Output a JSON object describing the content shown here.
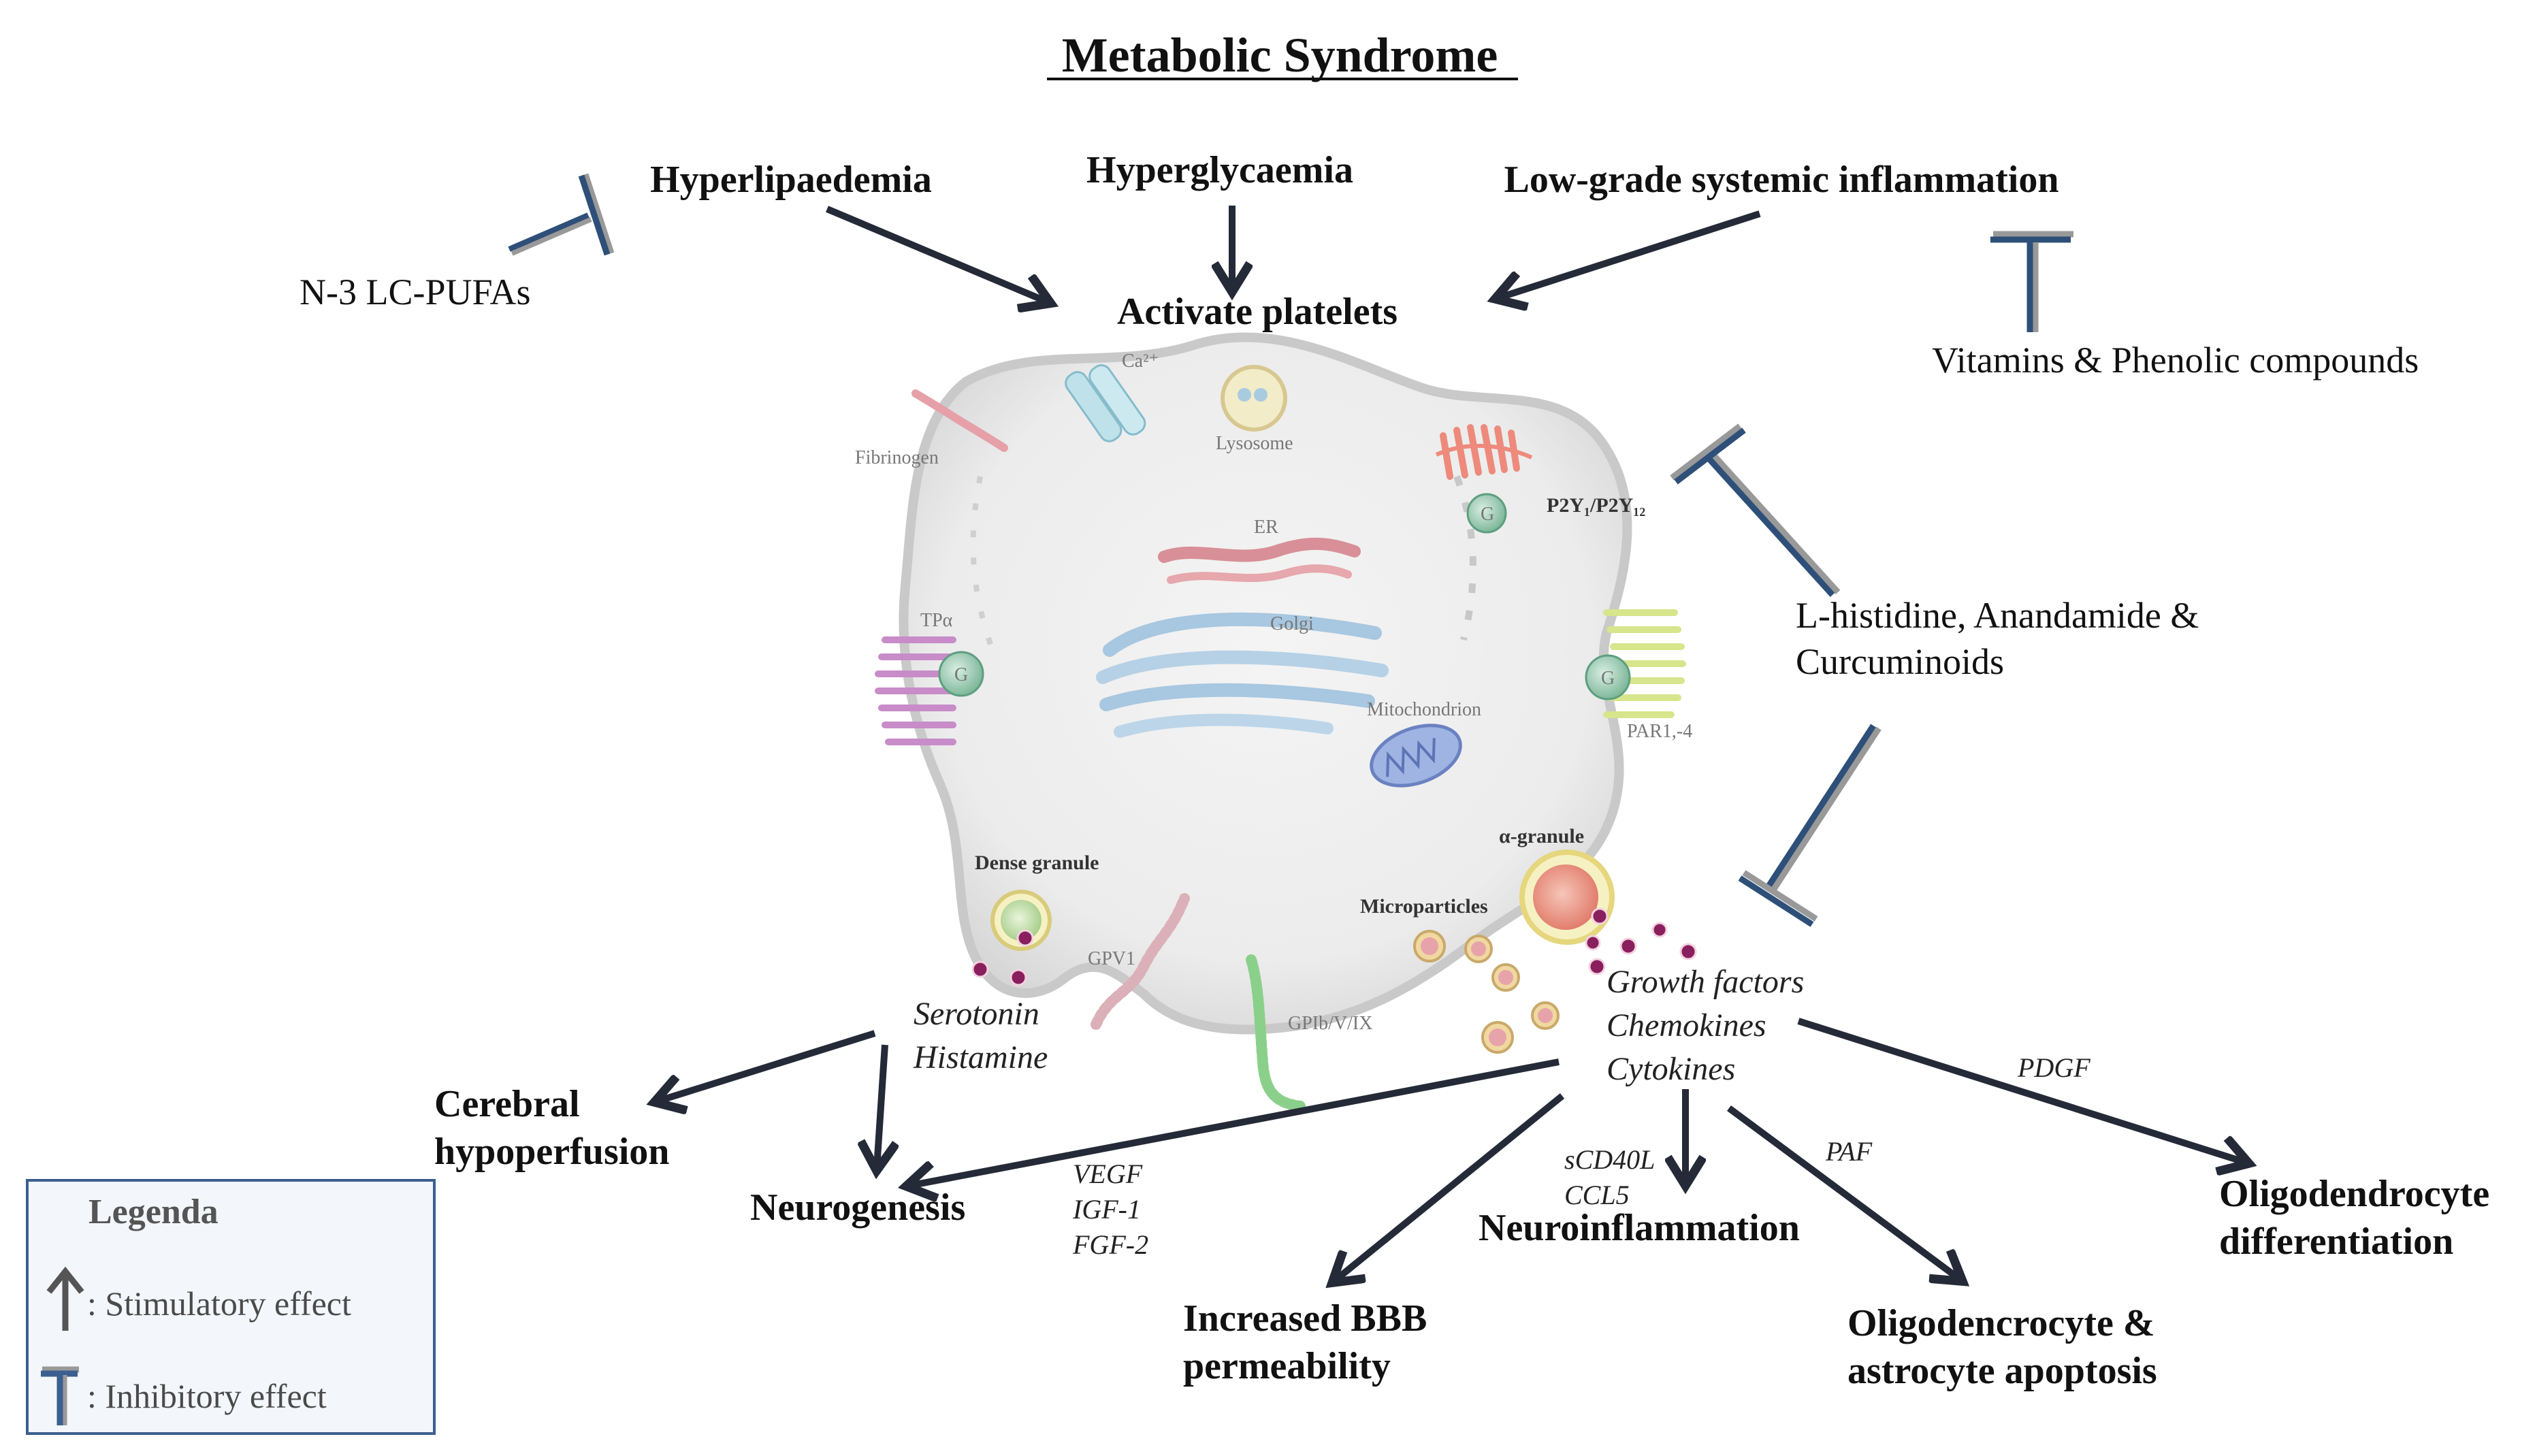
{
  "title": "Metabolic Syndrome",
  "causes": {
    "hyperlipaedemia": "Hyperlipaedemia",
    "hyperglycaemia": "Hyperglycaemia",
    "inflammation": "Low-grade systemic inflammation",
    "activate": "Activate platelets"
  },
  "inhibitors": {
    "n3": "N-3 LC-PUFAs",
    "vitamins": "Vitamins & Phenolic compounds",
    "histidine_line1": "L-histidine, Anandamide &",
    "histidine_line2": "Curcuminoids"
  },
  "cell_labels": {
    "ca": "Ca²⁺",
    "lysosome": "Lysosome",
    "fibrinogen": "Fibrinogen",
    "p2y": "P2Y₁/P2Y₁₂",
    "er": "ER",
    "golgi": "Golgi",
    "tpa": "TPα",
    "mitochondrion": "Mitochondrion",
    "par": "PAR1,-4",
    "alpha_granule": "α-granule",
    "dense_granule": "Dense granule",
    "microparticles": "Microparticles",
    "gpv1": "GPV1",
    "gpib": "GPIb/V/IX",
    "g": "G"
  },
  "mediators": {
    "serotonin": "Serotonin",
    "histamine": "Histamine",
    "growth": "Growth factors",
    "chemokines": "Chemokines",
    "cytokines": "Cytokines"
  },
  "arrow_labels": {
    "vegf": "VEGF",
    "igf": "IGF-1",
    "fgf": "FGF-2",
    "scd40l": "sCD40L",
    "ccl5": "CCL5",
    "paf": "PAF",
    "pdgf": "PDGF"
  },
  "outcomes": {
    "cerebral_1": "Cerebral",
    "cerebral_2": "hypoperfusion",
    "neurogenesis": "Neurogenesis",
    "bbb_1": "Increased BBB",
    "bbb_2": "permeability",
    "neuroinflammation": "Neuroinflammation",
    "apoptosis_1": "Oligodencrocyte &",
    "apoptosis_2": "astrocyte apoptosis",
    "differentiation_1": "Oligodendrocyte",
    "differentiation_2": "differentiation"
  },
  "legend": {
    "title": "Legenda",
    "stimulatory": ": Stimulatory effect",
    "inhibitory": ": Inhibitory effect"
  },
  "colors": {
    "arrow": "#252a38",
    "inhibitor": "#2e4f78",
    "legend_border": "#3b5f8f",
    "legend_bg": "#f3f6fa"
  }
}
